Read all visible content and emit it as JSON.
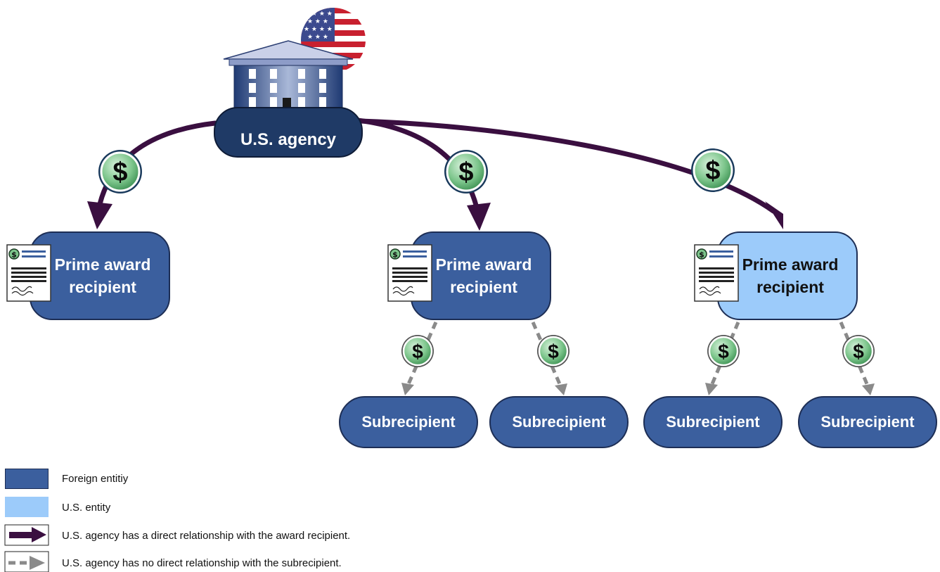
{
  "agency": {
    "label": "U.S. agency"
  },
  "primes": [
    {
      "label": "Prime award recipient",
      "entity": "foreign"
    },
    {
      "label": "Prime award recipient",
      "entity": "foreign"
    },
    {
      "label": "Prime award recipient",
      "entity": "us"
    }
  ],
  "subrecipients": [
    {
      "label": "Subrecipient",
      "entity": "foreign"
    },
    {
      "label": "Subrecipient",
      "entity": "foreign"
    },
    {
      "label": "Subrecipient",
      "entity": "foreign"
    },
    {
      "label": "Subrecipient",
      "entity": "foreign"
    }
  ],
  "coin_symbol": "$",
  "legend": {
    "foreign": "Foreign entitiy",
    "us": "U.S. entity",
    "direct": "U.S. agency has a direct relationship with the award recipient.",
    "indirect": "U.S. agency has no direct relationship with the subrecipient."
  },
  "colors": {
    "foreign_entity": "#3b5f9e",
    "us_entity": "#9ccbfa",
    "agency": "#1f3a66",
    "direct_arrow": "#3a0f40",
    "indirect_arrow": "#8a8a8a",
    "coin": "#5aa86b"
  },
  "icons": {
    "agency": "government-building-icon",
    "flag": "us-flag-icon",
    "award": "award-document-icon",
    "money": "dollar-coin-icon"
  }
}
